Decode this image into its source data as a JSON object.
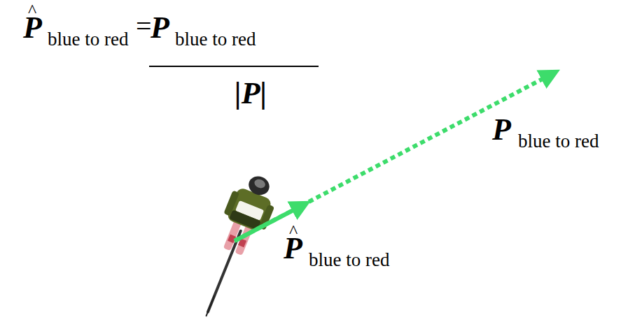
{
  "diagram": {
    "labels": [
      "^",
      "P",
      "blue to red",
      "=",
      "P",
      "blue to red",
      "|P|",
      "P",
      "blue to red",
      "^",
      "P",
      "blue to red"
    ]
  }
}
